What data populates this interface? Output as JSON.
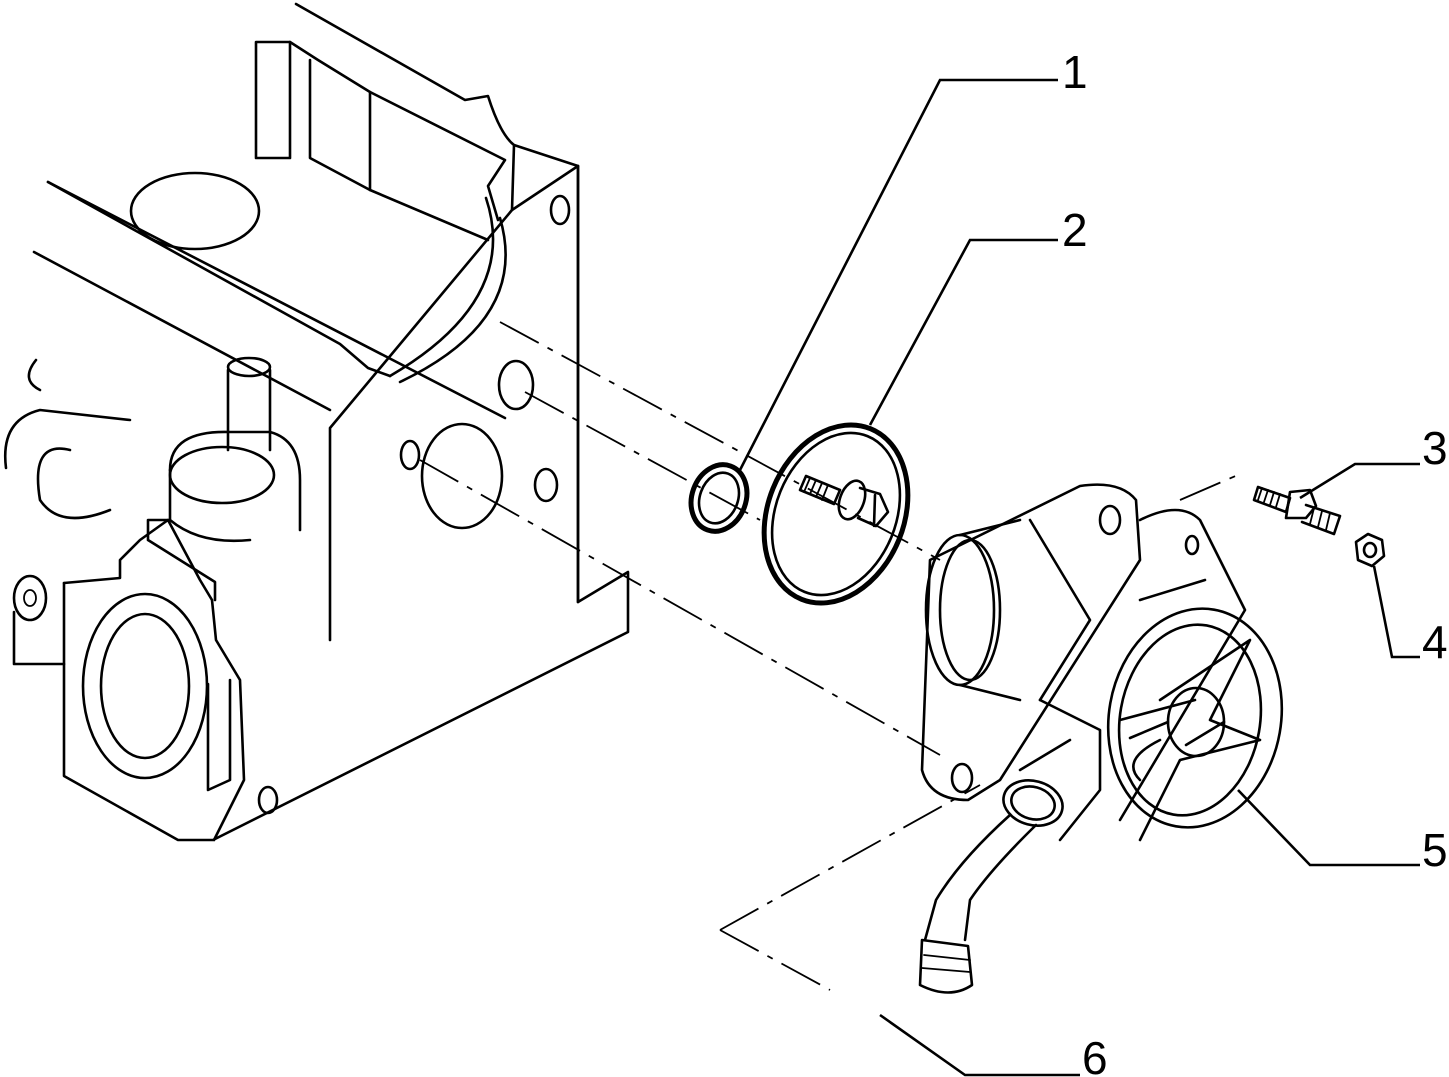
{
  "diagram": {
    "callouts": [
      {
        "id": "1",
        "label": "1"
      },
      {
        "id": "2",
        "label": "2"
      },
      {
        "id": "3",
        "label": "3"
      },
      {
        "id": "4",
        "label": "4"
      },
      {
        "id": "5",
        "label": "5"
      },
      {
        "id": "6",
        "label": "6"
      }
    ]
  }
}
